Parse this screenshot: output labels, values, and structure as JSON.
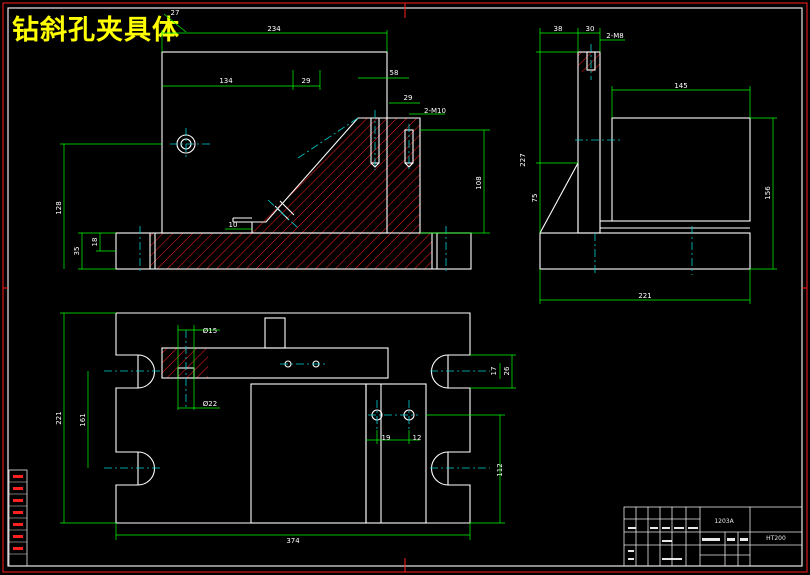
{
  "drawing": {
    "title": "钻斜孔夹具体"
  },
  "front_view": {
    "dims": {
      "overall_width": "234",
      "d134": "134",
      "d29": "29",
      "d58": "58",
      "d29b": "29",
      "thread": "2-M10",
      "d128": "128",
      "d108": "108",
      "d35": "35",
      "d18": "18",
      "d10": "10",
      "d27": "27"
    }
  },
  "side_view": {
    "dims": {
      "d38": "38",
      "d30": "30",
      "thread": "2-M8",
      "d145": "145",
      "d227": "227",
      "d75": "75",
      "d156": "156",
      "d221": "221"
    }
  },
  "top_view": {
    "dims": {
      "d374": "374",
      "d221": "221",
      "d161": "161",
      "hole_big": "Ø15",
      "hole_small": "Ø22",
      "d19": "19",
      "d12": "12",
      "d112": "112",
      "d17": "17",
      "d26": "26"
    }
  },
  "title_block": {
    "part_no": "1203A",
    "material": "HT200"
  }
}
